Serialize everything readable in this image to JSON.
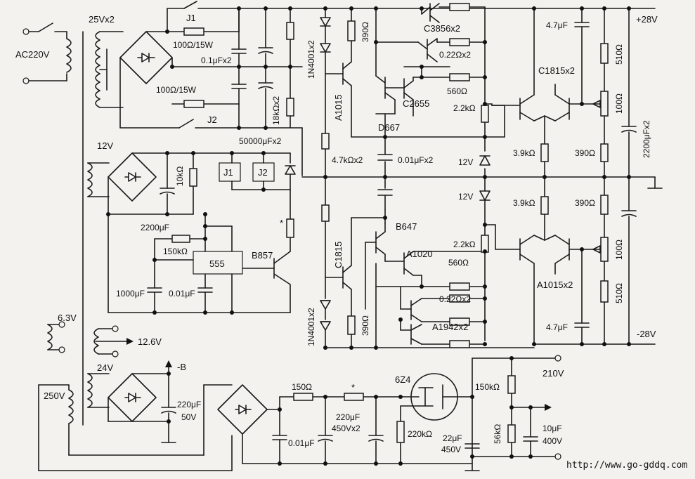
{
  "labels": {
    "ac220v": "AC220V",
    "v25x2": "25Vx2",
    "j1": "J1",
    "r100_15w_a": "100Ω/15W",
    "c01uf_x2": "0.1μFx2",
    "r100_15w_b": "100Ω/15W",
    "j2": "J2",
    "r18k_x2": "18kΩx2",
    "c50000uf_x2": "50000μFx2",
    "d1n4001_top": "1N4001x2",
    "r390_top": "390Ω",
    "q_a1015": "A1015",
    "q_c3856_x2": "C3856x2",
    "r022_top": "0.22Ωx2",
    "q_c2655": "C2655",
    "r560_top": "560Ω",
    "q_d667": "D667",
    "r2k2_top": "2.2kΩ",
    "c47uf_top": "4.7μF",
    "q_c1815_x2": "C1815x2",
    "p28v": "+28V",
    "r510_top": "510Ω",
    "r100_top": "100Ω",
    "c2200uf_x2": "2200μFx2",
    "r4k7_x2": "4.7kΩx2",
    "c001uf_x2": "0.01μFx2",
    "z12v_top": "12V",
    "r3k9_top": "3.9kΩ",
    "r390_mid_top": "390Ω",
    "v12": "12V",
    "r10k": "10kΩ",
    "rj1": "J1",
    "rj2": "J2",
    "star1": "*",
    "c2200uf": "2200μF",
    "r150k": "150kΩ",
    "ic555": "555",
    "q_b857": "B857",
    "c1000uf": "1000μF",
    "c001uf_555": "0.01μF",
    "z12v_bot": "12V",
    "r3k9_bot": "3.9kΩ",
    "r390_mid_bot": "390Ω",
    "q_b647": "B647",
    "q_c1815": "C1815",
    "q_a1020": "A1020",
    "r2k2_bot": "2.2kΩ",
    "r560_bot": "560Ω",
    "r100_bot": "100Ω",
    "q_a1015_x2": "A1015x2",
    "d1n4001_bot": "1N4001x2",
    "r022_bot": "0.22Ωx2",
    "r510_bot": "510Ω",
    "r390_bot": "390Ω",
    "q_a1942_x2": "A1942x2",
    "c47uf_bot": "4.7μF",
    "m28v": "-28V",
    "v63": "6.3V",
    "v126": "12.6V",
    "v24": "24V",
    "minus_b": "-B",
    "c220uf": "220μF",
    "v50": "50V",
    "v250": "250V",
    "r150": "150Ω",
    "star2": "*",
    "tube_6z4": "6Z4",
    "c220uf_450v": "220μF",
    "v450x2": "450Vx2",
    "c001uf_hv": "0.01μF",
    "r220k": "220kΩ",
    "c22uf": "22μF",
    "v450": "450V",
    "r150k_hv": "150kΩ",
    "v210": "210V",
    "r56k": "56kΩ",
    "c10uf": "10μF",
    "v400": "400V"
  },
  "watermark_url": "http://www.go-gddq.com"
}
